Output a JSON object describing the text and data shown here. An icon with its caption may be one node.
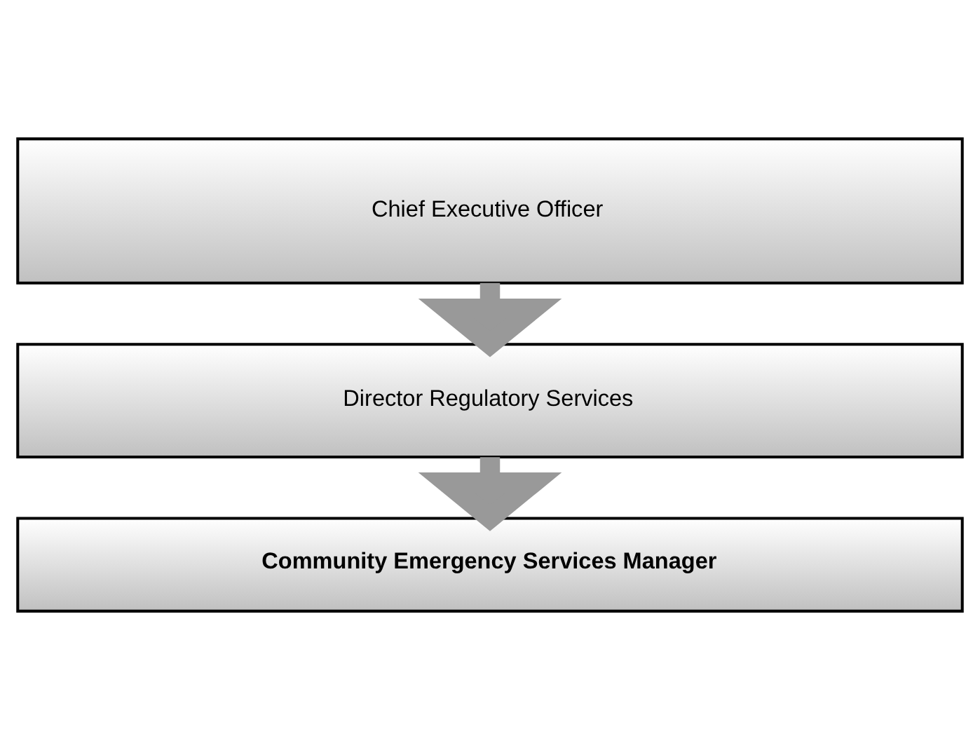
{
  "diagram": {
    "nodes": [
      {
        "text": [
          "Chief Executive Officer"
        ]
      },
      {
        "text": [
          "Director Regulatory Services"
        ]
      },
      {
        "text": [
          "Community Emergency Services Manager"
        ]
      }
    ],
    "edges": [
      {
        "from": 0,
        "to": 1,
        "arrow": "to"
      },
      {
        "from": 1,
        "to": 2,
        "arrow": "to"
      }
    ]
  }
}
